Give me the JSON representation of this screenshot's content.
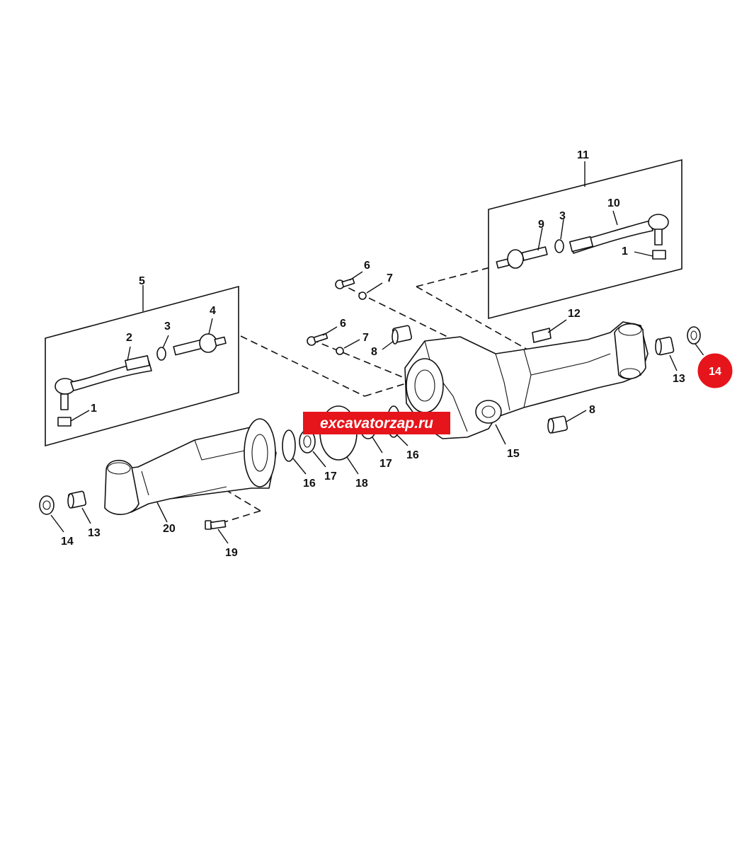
{
  "watermark": {
    "text": "excavatorzap.ru",
    "color": "#e6141b"
  },
  "highlight": {
    "label": "14",
    "color": "#e6141b"
  },
  "callouts": {
    "c11": "11",
    "c10": "10",
    "c9": "9",
    "c3r": "3",
    "c1r": "1",
    "c5": "5",
    "c2": "2",
    "c3l": "3",
    "c4": "4",
    "c1l": "1",
    "c6a": "6",
    "c7a": "7",
    "c6b": "6",
    "c7b": "7",
    "c8a": "8",
    "c12": "12",
    "c13r": "13",
    "c8b": "8",
    "c15": "15",
    "c16a": "16",
    "c17a": "17",
    "c16b": "16",
    "c17b": "17",
    "c18": "18",
    "c20": "20",
    "c14l": "14",
    "c13l": "13",
    "c19": "19"
  }
}
